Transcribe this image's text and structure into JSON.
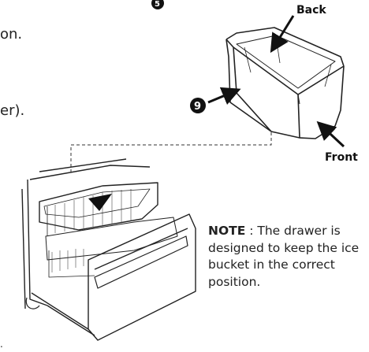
{
  "text_fragments": {
    "line1": "on.",
    "line2": "er).",
    "line3": "."
  },
  "callouts": {
    "back": "Back",
    "front": "Front",
    "part_number": "9",
    "top_marker": "5"
  },
  "note": {
    "label": "NOTE",
    "separator": " : ",
    "text": "The drawer is designed to keep the ice bucket in the correct position."
  }
}
